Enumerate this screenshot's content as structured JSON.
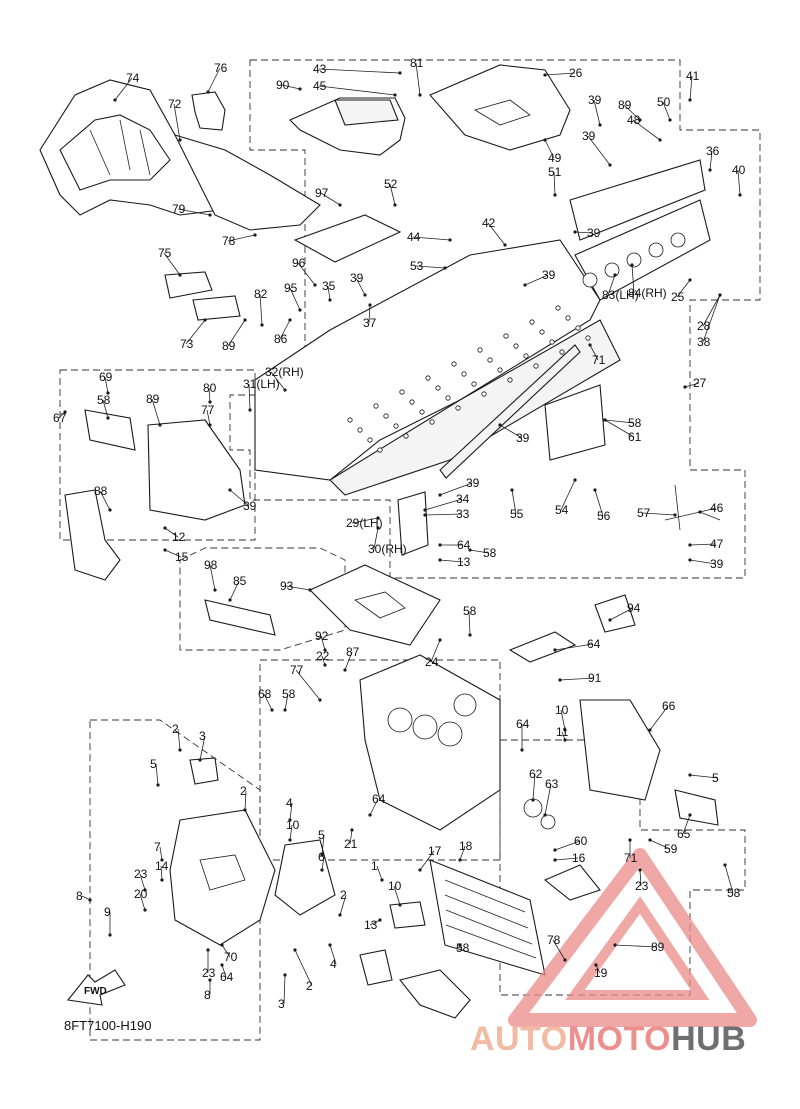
{
  "diagram": {
    "code": "8FT7100-H190",
    "fwd_label": "FWD",
    "part_labels": [
      "74",
      "76",
      "72",
      "79",
      "78",
      "75",
      "73",
      "82",
      "89",
      "86",
      "95",
      "97",
      "96",
      "35",
      "39",
      "37",
      "53",
      "44",
      "42",
      "43",
      "90",
      "45",
      "81",
      "26",
      "52",
      "49",
      "39",
      "39",
      "51",
      "89",
      "50",
      "48",
      "41",
      "36",
      "40",
      "39",
      "39",
      "83(LH)",
      "84(RH)",
      "25",
      "28",
      "38",
      "27",
      "31(LH)",
      "32(RH)",
      "39",
      "58",
      "61",
      "71",
      "69",
      "58",
      "67",
      "89",
      "80",
      "77",
      "88",
      "39",
      "29(LH)",
      "30(RH)",
      "39",
      "34",
      "33",
      "55",
      "54",
      "56",
      "57",
      "46",
      "47",
      "39",
      "64",
      "58",
      "13",
      "12",
      "15",
      "98",
      "85",
      "93",
      "94",
      "58",
      "64",
      "91",
      "92",
      "22",
      "87",
      "77",
      "24",
      "68",
      "58",
      "64",
      "66",
      "10",
      "11",
      "5",
      "2",
      "3",
      "2",
      "4",
      "10",
      "5",
      "6",
      "5",
      "7",
      "14",
      "23",
      "20",
      "21",
      "64",
      "62",
      "63",
      "60",
      "71",
      "59",
      "65",
      "58",
      "16",
      "23",
      "19",
      "18",
      "17",
      "1",
      "10",
      "13",
      "8",
      "9",
      "2",
      "4",
      "3",
      "2",
      "8",
      "23",
      "70",
      "64",
      "58",
      "78",
      "89"
    ],
    "colors": {
      "line": "#1a1a1a",
      "watermark_red": "#e85a5a",
      "watermark_gray": "#6f6f6f"
    }
  },
  "watermark": {
    "part1": "AUTO",
    "part2": "MOTO",
    "part3": "HUB"
  }
}
